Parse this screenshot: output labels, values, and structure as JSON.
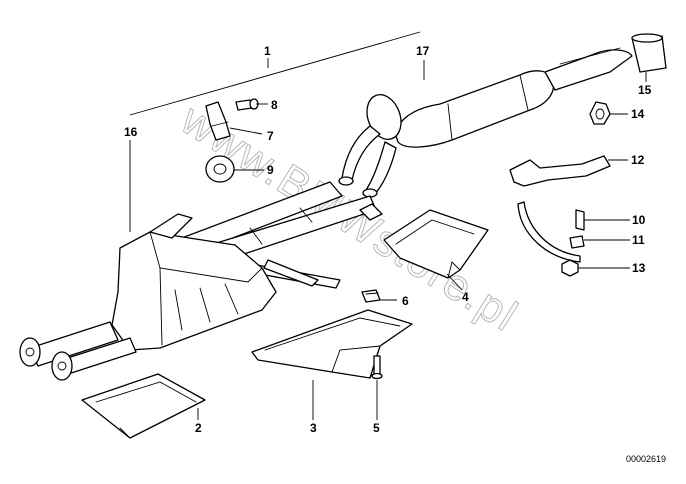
{
  "diagram": {
    "watermark": "www.BMWstore.pl",
    "reference_code": "00002619",
    "callouts": [
      "1",
      "2",
      "3",
      "4",
      "5",
      "6",
      "7",
      "8",
      "9",
      "10",
      "11",
      "12",
      "13",
      "14",
      "15",
      "16",
      "17"
    ]
  }
}
